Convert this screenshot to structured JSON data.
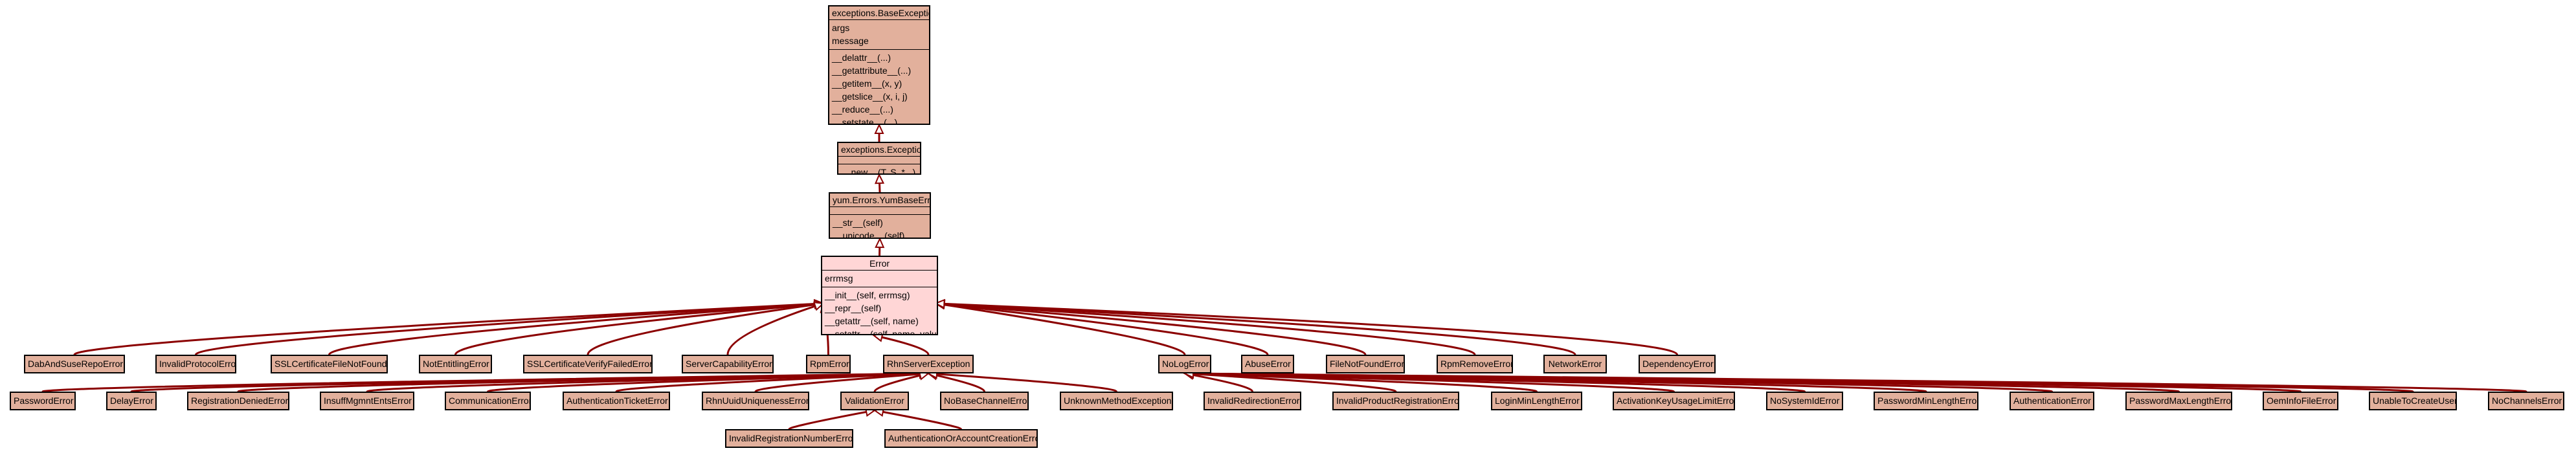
{
  "diagram": {
    "edge_color": "#8b0000",
    "node_fill": "#e2b09c",
    "focus_fill": "#ffd6d6",
    "classes": {
      "base_exception": {
        "name": "exceptions.BaseException",
        "attrs": [
          "args",
          "message"
        ],
        "methods": [
          "__delattr__(...)",
          "__getattribute__(...)",
          "__getitem__(x, y)",
          "__getslice__(x, i, j)",
          "__reduce__(...)",
          "__setstate__(...)"
        ]
      },
      "exception": {
        "name": "exceptions.Exception",
        "attrs": [],
        "methods": [
          "__new__(T, S, *...)"
        ]
      },
      "yum_base_error": {
        "name": "yum.Errors.YumBaseError",
        "attrs": [],
        "methods": [
          "__str__(self)",
          "__unicode__(self)"
        ]
      },
      "error": {
        "name": "Error",
        "attrs": [
          "errmsg"
        ],
        "methods": [
          "__init__(self, errmsg)",
          "__repr__(self)",
          "__getattr__(self, name)",
          "__setattr__(self, name, value)"
        ]
      },
      "dab_and_suse_repo_error": {
        "name": "DabAndSuseRepoError"
      },
      "invalid_protocol_error": {
        "name": "InvalidProtocolError"
      },
      "ssl_certificate_file_not_found": {
        "name": "SSLCertificateFileNotFound"
      },
      "not_entitling_error": {
        "name": "NotEntitlingError"
      },
      "ssl_certificate_verify_failed_error": {
        "name": "SSLCertificateVerifyFailedError"
      },
      "server_capability_error": {
        "name": "ServerCapabilityError"
      },
      "rpm_error": {
        "name": "RpmError"
      },
      "rhn_server_exception": {
        "name": "RhnServerException"
      },
      "no_log_error": {
        "name": "NoLogError"
      },
      "abuse_error": {
        "name": "AbuseError"
      },
      "file_not_found_error": {
        "name": "FileNotFoundError"
      },
      "rpm_remove_error": {
        "name": "RpmRemoveError"
      },
      "network_error": {
        "name": "NetworkError"
      },
      "dependency_error": {
        "name": "DependencyError"
      },
      "password_error": {
        "name": "PasswordError"
      },
      "delay_error": {
        "name": "DelayError"
      },
      "registration_denied_error": {
        "name": "RegistrationDeniedError"
      },
      "insuff_mgmnt_ents_error": {
        "name": "InsuffMgmntEntsError"
      },
      "communication_error": {
        "name": "CommunicationError"
      },
      "authentication_ticket_error": {
        "name": "AuthenticationTicketError"
      },
      "rhn_uuid_uniqueness_error": {
        "name": "RhnUuidUniquenessError"
      },
      "validation_error": {
        "name": "ValidationError"
      },
      "no_base_channel_error": {
        "name": "NoBaseChannelError"
      },
      "unknown_method_exception": {
        "name": "UnknownMethodException"
      },
      "invalid_redirection_error": {
        "name": "InvalidRedirectionError"
      },
      "invalid_product_registration_error": {
        "name": "InvalidProductRegistrationError"
      },
      "login_min_length_error": {
        "name": "LoginMinLengthError"
      },
      "activation_key_usage_limit_error": {
        "name": "ActivationKeyUsageLimitError"
      },
      "no_system_id_error": {
        "name": "NoSystemIdError"
      },
      "password_min_length_error": {
        "name": "PasswordMinLengthError"
      },
      "authentication_error": {
        "name": "AuthenticationError"
      },
      "password_max_length_error": {
        "name": "PasswordMaxLengthError"
      },
      "oem_info_file_error": {
        "name": "OemInfoFileError"
      },
      "unable_to_create_user": {
        "name": "UnableToCreateUser"
      },
      "no_channels_error": {
        "name": "NoChannelsError"
      },
      "invalid_registration_number_error": {
        "name": "InvalidRegistrationNumberError"
      },
      "authentication_or_account_creation_error": {
        "name": "AuthenticationOrAccountCreationError"
      }
    }
  }
}
